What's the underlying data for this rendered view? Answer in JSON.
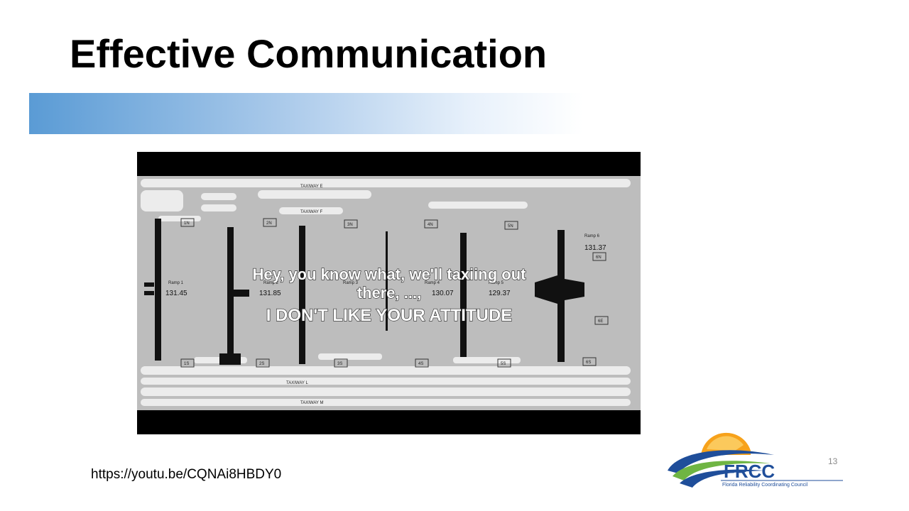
{
  "slide": {
    "title": "Effective Communication",
    "url": "https://youtu.be/CQNAi8HBDY0",
    "page_number": "13"
  },
  "video": {
    "caption_line1": "Hey, you know what, we'll taxiing out",
    "caption_line2": "there, ...,",
    "caption_line3": "I DON'T LIKE YOUR ATTITUDE",
    "labels": {
      "taxiway_e": "TAXIWAY E",
      "taxiway_f": "TAXIWAY F",
      "taxiway_l": "TAXIWAY L",
      "taxiway_m": "TAXIWAY M",
      "ramp1": "Ramp 1",
      "ramp1_freq": "131.45",
      "ramp2": "Ramp 2",
      "ramp2_freq": "131.85",
      "ramp3": "Ramp 3",
      "ramp3_freq": "130.07",
      "ramp4": "Ramp 4",
      "ramp5": "Ramp 5",
      "ramp5_freq": "129.37",
      "ramp6": "Ramp 6",
      "ramp6_freq": "131.37",
      "box_1n": "1N",
      "box_2n": "2N",
      "box_3n": "3N",
      "box_4n": "4N",
      "box_5n": "5N",
      "box_6n": "6N",
      "box_1s": "1S",
      "box_2s": "2S",
      "box_3s": "3S",
      "box_4s": "4S",
      "box_5s": "5S",
      "box_6s": "6S",
      "box_6e": "6E"
    }
  },
  "logo": {
    "name": "FRCC",
    "subtitle": "Florida Reliability Coordinating Council"
  },
  "colors": {
    "band_start": "#5a9bd5",
    "logo_blue": "#1f4e9a",
    "logo_green": "#6fb543",
    "logo_orange": "#f7a21b"
  }
}
